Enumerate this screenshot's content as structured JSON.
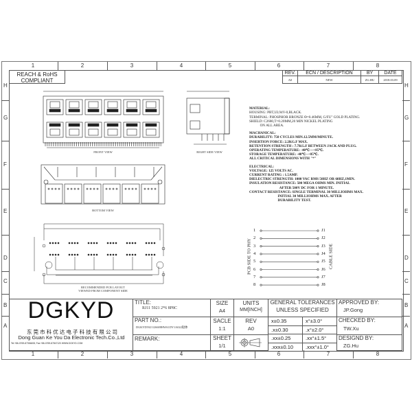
{
  "ruler": {
    "columns": [
      "1",
      "2",
      "3",
      "4",
      "5",
      "6",
      "7",
      "8"
    ],
    "rows": [
      "H",
      "G",
      "F",
      "E",
      "D",
      "C",
      "B",
      "A"
    ]
  },
  "compliance": {
    "line1": "REACH & RoHS",
    "line2": "COMPLIANT"
  },
  "revision_table": {
    "headers": [
      "REV.",
      "ECN / DESCRIPTION",
      "BY",
      "DATE"
    ],
    "rows": [
      [
        "A0",
        "NEW",
        "ZG.HU",
        "2018.03.09"
      ]
    ]
  },
  "specs": {
    "material_title": "MATERIAL:",
    "material": [
      "HOUSING: PBT,UL94V-0,BLACK.",
      "TERMINAL: PHOSPHOR BRONZE Θ=0.46MM, G/FU\" GOLD PLATING.",
      "SHIELD: C2680,T=0.20MM,20 MIN NICKEL PLATING",
      "            ON ALL AREA."
    ],
    "mechanical_title": "MACHANICAL:",
    "mechanical": [
      "DURABILITY: 750 CYCLES MIN.12.5MM/MINUTE.",
      "INSERTION FORCE: 2.2KG.F MAX.",
      "RETENTION STRENGTH : 7.7KG.F BETWEEN JACK AND PLUG.",
      "OPERATING TEMPERATURE: -40℃---+85℃.",
      "STORAGE TEMPERATURE: -40℃--+85℃.",
      "ALL CRITICAL DIMENSIONS WITH \"*\""
    ],
    "electrical_title": "ELECTRICAL:",
    "electrical": [
      "VOLTAGE: 125 VOLTS AC.",
      "CURRENT RATING : 1.5AMP.",
      "DIELECTRIC STRENGTH: 1000 VAC RMS 50HZ OR 60HZ,1MIN.",
      "INSULATION RESISTANCE: 500 MEGA OHMS MIN. INITIAL",
      "                                  AFTER 500V DC FOR 1 MINUTE.",
      "CONTACT RESISTANCE: SINGLE TERMINAL 30 MILLIOHMS MAX.",
      "                                INITIAL 30 MILLIOHMS MAX. AFTER",
      "                                DURABILITY TEST."
    ]
  },
  "views": {
    "front": "FRONT VIEW",
    "right_side": "RIGHT SIDE VIEW",
    "bottom": "BOTTOM VIEW",
    "pcb_line1": "RECOMMENDED PCB LAYOUT",
    "pcb_line2": "VIEWED FROM COMPONENT SIDE"
  },
  "schematic": {
    "pins": [
      "1",
      "2",
      "3",
      "4",
      "5",
      "6",
      "7",
      "8"
    ],
    "jacks": [
      "J1",
      "J2",
      "J3",
      "J4",
      "J5",
      "J6",
      "J7",
      "J8"
    ],
    "left_label": "PCB SIDE TO PHY",
    "right_label": "CABLE SIDE"
  },
  "title_block": {
    "logo": "DGKYD",
    "company_cn": "东 莞 市 科 优 达 电 子 科 技 有 限 公 司",
    "company_en": "Dong Guan Ke You Da Electronic Tech.Co.,Ltd",
    "contact": "Tel:+86-0769-87354608; Fax:+86-0769-87847120 WWW.DGKYD.COM",
    "title_label": "TITLE:",
    "title_value": "RJ11 5921 2*6 8P8C",
    "part_no_label": "PART NO.:",
    "part_no_value": "DGKYD5921126688HWA1DY1A022短体",
    "remark_label": "REMARK:",
    "size_label": "SIZE",
    "size_value": "A4",
    "units_label": "UNITS",
    "units_value": "MM[INCH]",
    "scale_label": "SACLE",
    "scale_value": "1:1",
    "rev_label": "REV",
    "rev_value": "A0",
    "sheet_label": "SHEET",
    "sheet_value": "1/1",
    "tolerances_line1": "GENERAL TOLERANCES",
    "tolerances_line2": "UNLESS SPECIFIED",
    "tolerances": [
      [
        "x±0.35",
        "x°±3.0°"
      ],
      [
        ".x±0.30",
        ".x°±2.0°"
      ],
      [
        ".xx±0.25",
        ".xx°±1.5°"
      ],
      [
        ".xxx±0.10",
        ".xxx°±1.0°"
      ]
    ],
    "approved_label": "APPROVED BY:",
    "approved_value": "JP.Gong",
    "checked_label": "CHECKED BY:",
    "checked_value": "TW.Xu",
    "designed_label": "DESIGND BY:",
    "designed_value": "ZG.Hu"
  }
}
